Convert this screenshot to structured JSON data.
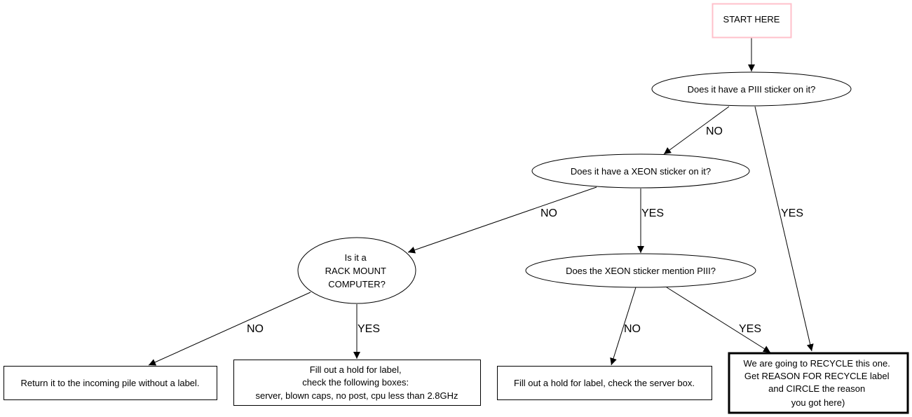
{
  "diagram": {
    "colors": {
      "background": "#ffffff",
      "stroke": "#000000",
      "start_border": "#ffc0cb"
    },
    "nodes": {
      "start": {
        "lines": [
          "START HERE"
        ]
      },
      "q_piii": {
        "lines": [
          "Does it have a PIII sticker on it?"
        ]
      },
      "q_xeon": {
        "lines": [
          "Does it have a XEON sticker on it?"
        ]
      },
      "q_rack": {
        "lines": [
          "Is it a",
          "RACK MOUNT",
          "COMPUTER?"
        ]
      },
      "q_xeon_piii": {
        "lines": [
          "Does the XEON sticker mention PIII?"
        ]
      },
      "r_return": {
        "lines": [
          "Return it to the incoming pile without a label."
        ]
      },
      "r_hold_boxes": {
        "lines": [
          "Fill out a hold for label,",
          "check the following boxes:",
          "server, blown caps, no post, cpu less than 2.8GHz"
        ]
      },
      "r_hold_server": {
        "lines": [
          "Fill out a hold for label, check the server box."
        ]
      },
      "r_recycle": {
        "lines": [
          "We are going to RECYCLE this one.",
          "Get REASON FOR RECYCLE label",
          "and CIRCLE the reason",
          "you got here)"
        ]
      }
    },
    "edges": {
      "piii_no": "NO",
      "piii_yes": "YES",
      "xeon_no": "NO",
      "xeon_yes": "YES",
      "rack_no": "NO",
      "rack_yes": "YES",
      "xp_no": "NO",
      "xp_yes": "YES"
    }
  }
}
